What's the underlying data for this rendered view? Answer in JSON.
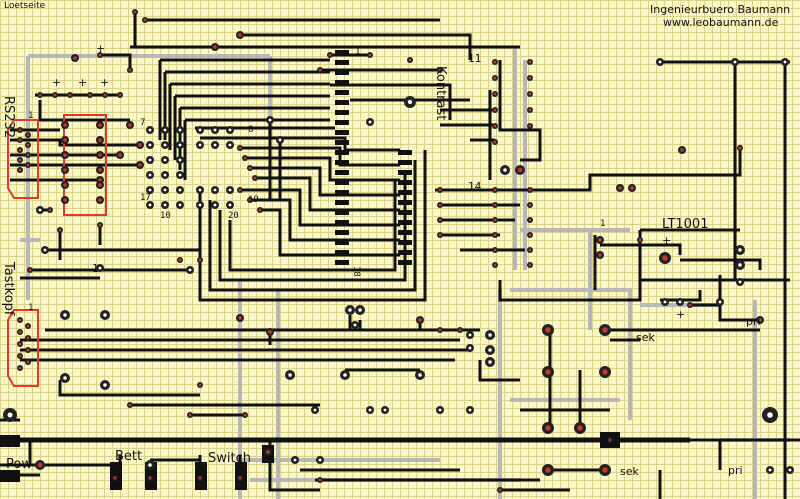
{
  "window": {
    "corner_label": "Loetseite"
  },
  "header": {
    "company": "Ingenieurbuero Baumann",
    "website": "www.leobaumann.de"
  },
  "labels": {
    "rs232": "RS232",
    "tastkopf": "Tastkopf",
    "kontrast": "Kontrast",
    "lt1001": "LT1001",
    "pow": "Pow",
    "bett": "Bett",
    "switch": "Switch",
    "pri_top": "pri",
    "pri_bottom": "pri",
    "sek_top": "sek",
    "sek_bottom": "sek",
    "pin_11": "11",
    "pin_14": "14",
    "pin_18": "18",
    "pin_1_mid": "1",
    "pin_1_lcd": "1",
    "pin_1_rs": "1",
    "pin_1_tk": "1",
    "pin_1_lt": "1",
    "pin_7": "7",
    "pin_8": "8",
    "pin_19": "19",
    "pin_20": "20",
    "pin_17": "17",
    "pin_10": "10",
    "plus_a": "+",
    "plus_b": "+",
    "plus_c": "+",
    "plus_d": "+",
    "plus_e": "+",
    "plus_f": "+"
  },
  "colors": {
    "trace": "#111111",
    "pad": "#222222",
    "pad_hole": "#c0392b",
    "silk_gray": "#b8b8b8",
    "connector_outline": "#e0392b",
    "background": "#fbf7c8",
    "grid": "#d9d48a"
  }
}
